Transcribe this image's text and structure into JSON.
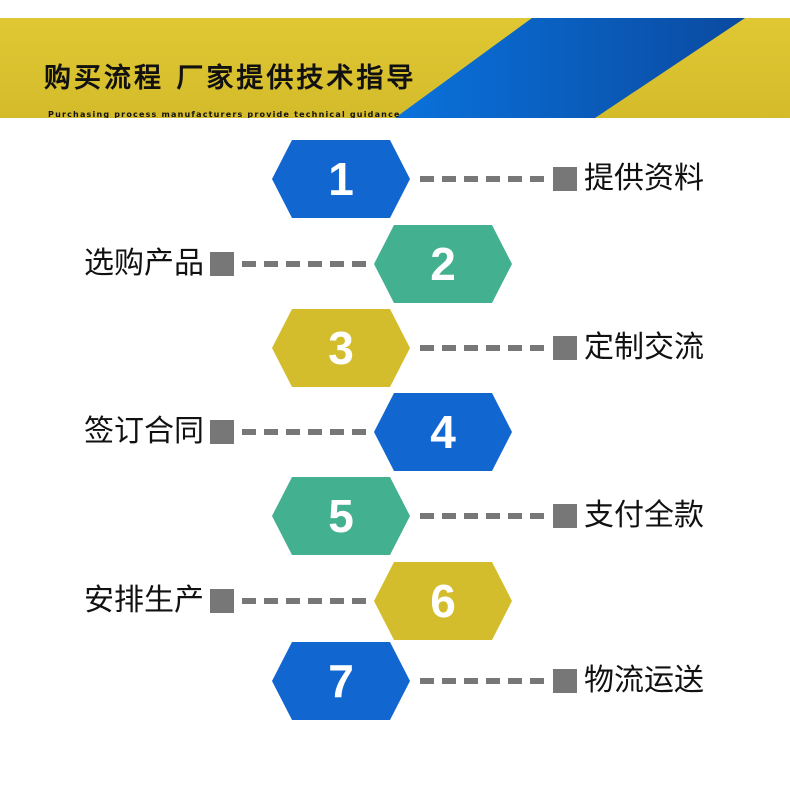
{
  "header": {
    "title": "购买流程  厂家提供技术指导",
    "subtitle": "Purchasing process manufacturers provide technical guidance"
  },
  "colors": {
    "blue": "#1166d0",
    "green": "#43b08f",
    "yellow": "#d4bd2c",
    "banner": "#dcc431",
    "connector": "#777777"
  },
  "steps": [
    {
      "number": "1",
      "label": "提供资料",
      "side": "right",
      "color": "blue"
    },
    {
      "number": "2",
      "label": "选购产品",
      "side": "left",
      "color": "green"
    },
    {
      "number": "3",
      "label": "定制交流",
      "side": "right",
      "color": "yellow"
    },
    {
      "number": "4",
      "label": "签订合同",
      "side": "left",
      "color": "blue"
    },
    {
      "number": "5",
      "label": "支付全款",
      "side": "right",
      "color": "green"
    },
    {
      "number": "6",
      "label": "安排生产",
      "side": "left",
      "color": "yellow"
    },
    {
      "number": "7",
      "label": "物流运送",
      "side": "right",
      "color": "blue"
    }
  ]
}
